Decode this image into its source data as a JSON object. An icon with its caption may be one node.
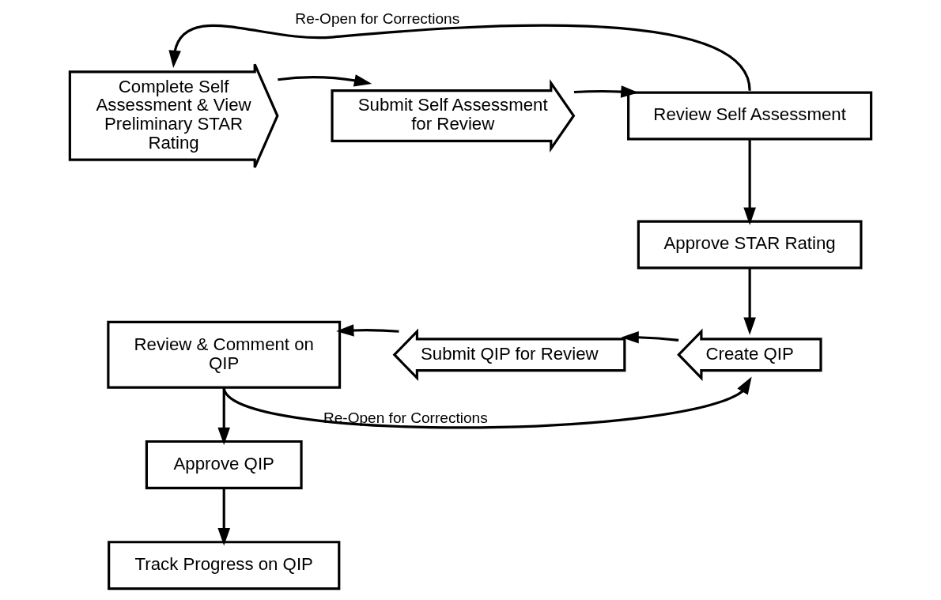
{
  "diagram": {
    "nodes": [
      {
        "text": [
          "Complete Self Assessment & View Preliminary STAR Rating"
        ]
      },
      {
        "text": [
          "Submit Self Assessment for Review"
        ]
      },
      {
        "text": [
          "Review Self Assessment"
        ]
      },
      {
        "text": [
          "Approve STAR Rating"
        ]
      },
      {
        "text": [
          "Create QIP"
        ]
      },
      {
        "text": [
          "Submit QIP for Review"
        ]
      },
      {
        "text": [
          "Review & Comment on QIP"
        ]
      },
      {
        "text": [
          "Approve QIP"
        ]
      },
      {
        "text": [
          "Track Progress on QIP"
        ]
      }
    ],
    "edges": [
      {
        "from": 0,
        "to": 1,
        "arrow": "to"
      },
      {
        "from": 1,
        "to": 2,
        "arrow": "to"
      },
      {
        "from": 2,
        "to": 3,
        "arrow": "to"
      },
      {
        "from": 3,
        "to": 4,
        "arrow": "to"
      },
      {
        "from": 4,
        "to": 5,
        "arrow": "to"
      },
      {
        "from": 5,
        "to": 6,
        "arrow": "to"
      },
      {
        "from": 6,
        "to": 7,
        "arrow": "to"
      },
      {
        "from": 7,
        "to": 8,
        "arrow": "to"
      },
      {
        "from": 2,
        "to": 0,
        "arrow": "to",
        "label": "Re-Open for Corrections"
      },
      {
        "from": 6,
        "to": 4,
        "arrow": "to",
        "label": "Re-Open for Corrections"
      }
    ]
  }
}
